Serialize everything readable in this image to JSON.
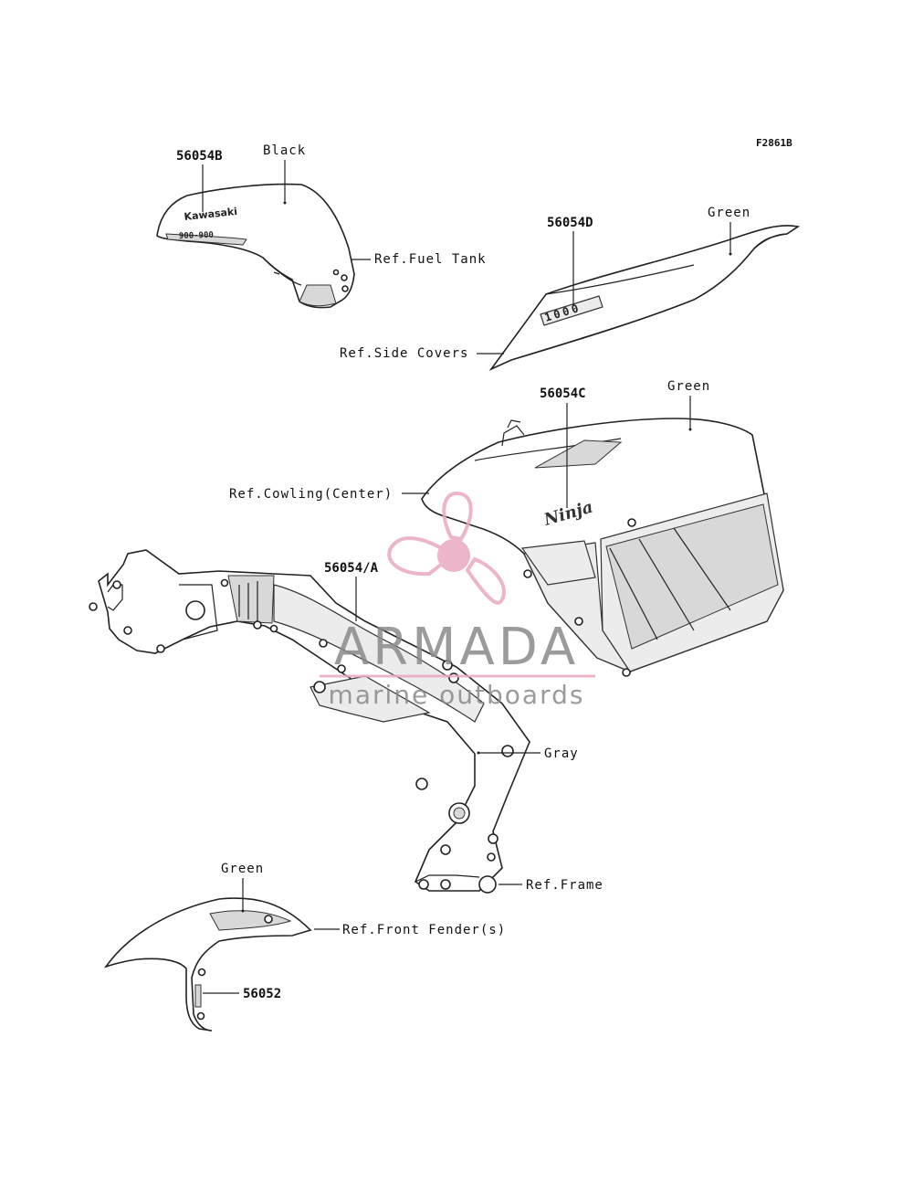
{
  "figure_code": "F2861B",
  "labels": {
    "black": "Black",
    "green_top": "Green",
    "green_mid": "Green",
    "gray": "Gray",
    "green_bottom": "Green"
  },
  "parts": {
    "p56054B": "56054B",
    "p56054D": "56054D",
    "p56054C": "56054C",
    "p56054A": "56054/A",
    "p56052": "56052"
  },
  "refs": {
    "fuel_tank": "Ref.Fuel Tank",
    "side_covers": "Ref.Side Covers",
    "cowling_center": "Ref.Cowling(Center)",
    "frame": "Ref.Frame",
    "front_fender": "Ref.Front Fender(s)"
  },
  "decals": {
    "tank_brand": "Kawasaki",
    "tank_model": "900-900",
    "side_cover_number": "1000",
    "cowling_logo": "Ninja"
  },
  "watermark": {
    "brand": "ARMADA",
    "tagline": "marine outboards",
    "logo_icon": "propeller-icon",
    "accent_color": "#e9a9c4"
  }
}
